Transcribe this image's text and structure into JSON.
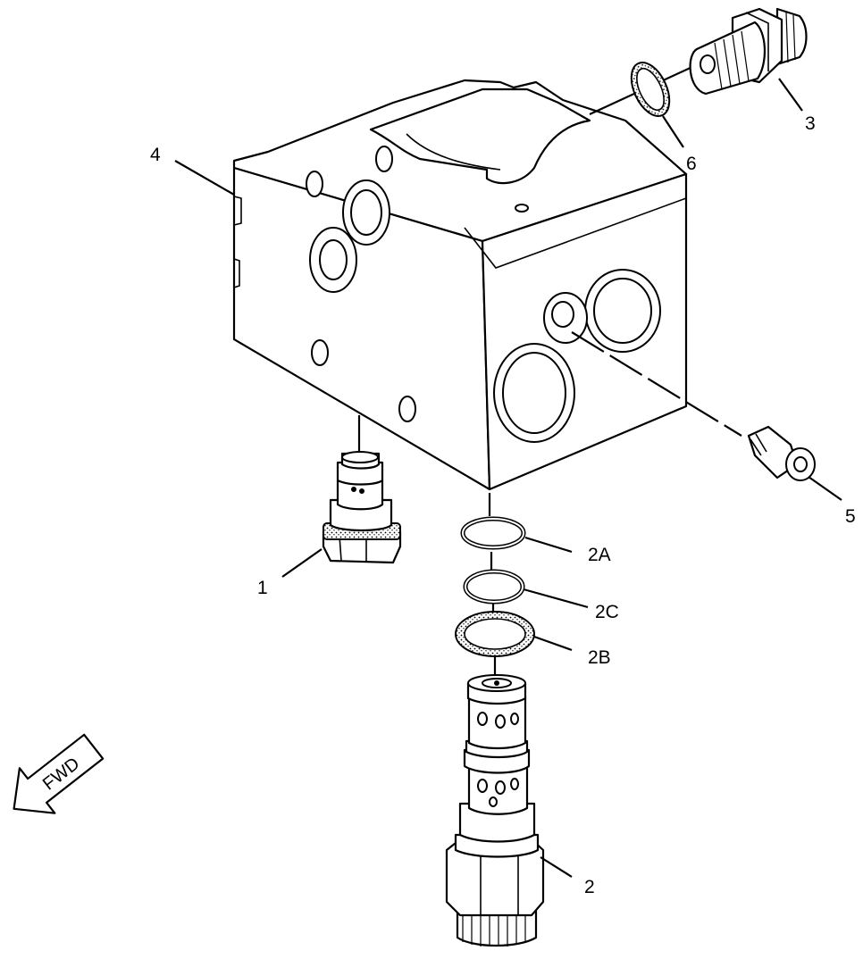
{
  "callouts": {
    "c1": "1",
    "c2": "2",
    "c2a": "2A",
    "c2b": "2B",
    "c2c": "2C",
    "c3": "3",
    "c4": "4",
    "c5": "5",
    "c6": "6"
  },
  "fwd_label": "FWD"
}
